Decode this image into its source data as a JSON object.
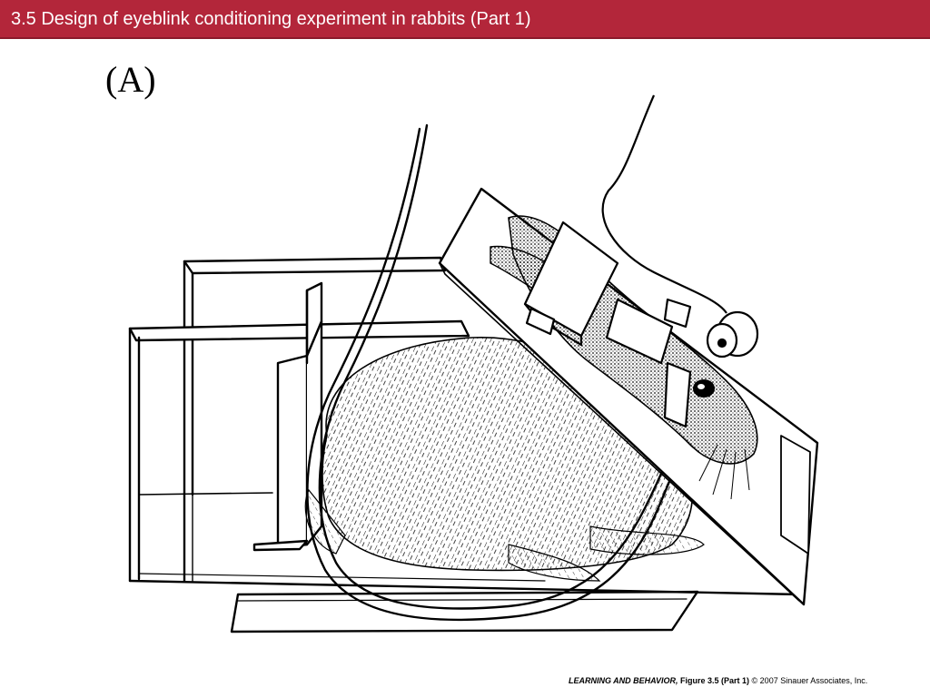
{
  "header": {
    "title": "3.5  Design of eyeblink conditioning experiment in rabbits (Part 1)",
    "bar_color": "#b3263a"
  },
  "figure": {
    "panel_label": "(A)",
    "illustration": "rabbit-restraint-box-drawing"
  },
  "footer": {
    "book": "LEARNING AND BEHAVIOR,",
    "figure_ref": " Figure 3.5 (Part 1)",
    "copyright": "  © 2007 Sinauer Associates, Inc."
  }
}
